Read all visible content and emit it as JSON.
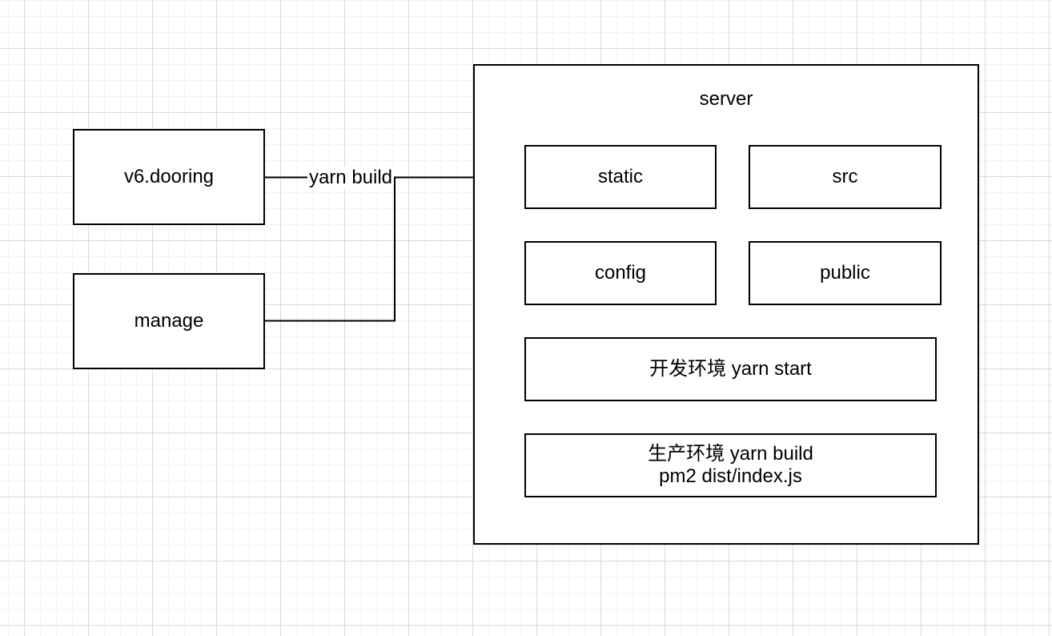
{
  "canvas": {
    "background_color": "#ffffff",
    "grid_minor_color": "#f3f3f3",
    "grid_major_color": "#d9d9d9",
    "stroke_color": "#000000"
  },
  "nodes": {
    "v6dooring": {
      "label": "v6.dooring"
    },
    "manage": {
      "label": "manage"
    },
    "server": {
      "label": "server"
    },
    "static": {
      "label": "static"
    },
    "src": {
      "label": "src"
    },
    "config": {
      "label": "config"
    },
    "public": {
      "label": "public"
    },
    "dev_env": {
      "label": "开发环境 yarn start"
    },
    "prod_env": {
      "line1": "生产环境 yarn build",
      "line2": "pm2 dist/index.js"
    }
  },
  "edges": {
    "build": {
      "label": "yarn build"
    }
  }
}
